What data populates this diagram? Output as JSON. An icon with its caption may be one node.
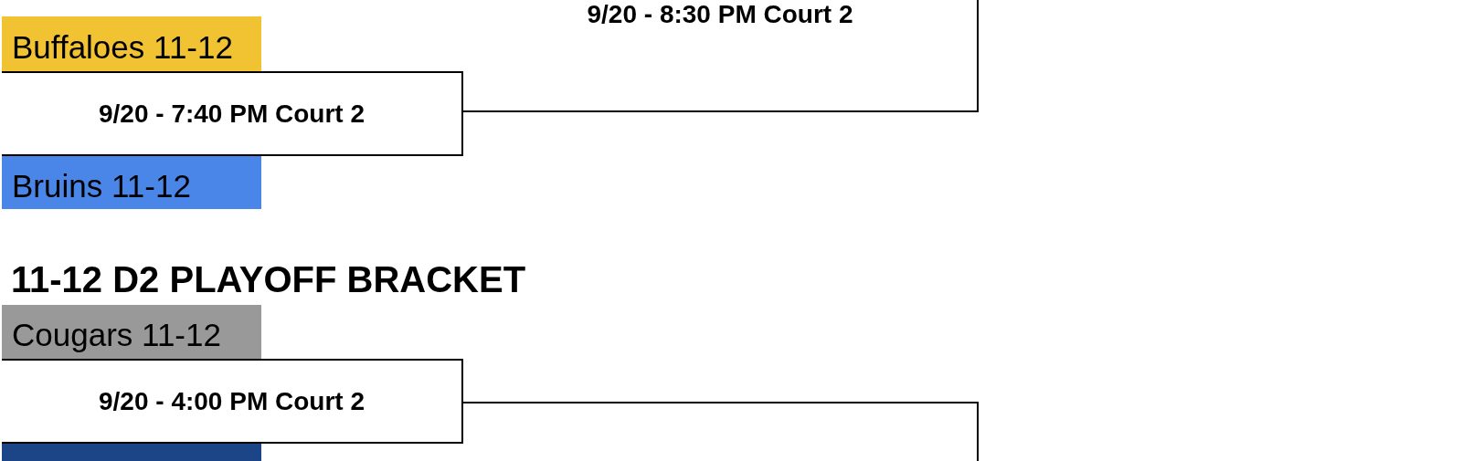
{
  "diagram": {
    "nodes": [
      {
        "text": [
          "9/20 - 8:30 PM Court 2"
        ]
      },
      {
        "text": [
          "Buffaloes 11-12"
        ]
      },
      {
        "text": [
          "9/20 - 7:40 PM Court 2"
        ]
      },
      {
        "text": [
          "Bruins 11-12"
        ]
      },
      {
        "text": [
          "Cougars 11-12"
        ]
      },
      {
        "text": [
          "9/20 - 4:00 PM Court 2"
        ]
      },
      {
        "text": [],
        "shape": "box"
      },
      {
        "text": [],
        "shape": "box"
      }
    ],
    "labels": [
      "11-12 D2 PLAYOFF BRACKET"
    ]
  }
}
